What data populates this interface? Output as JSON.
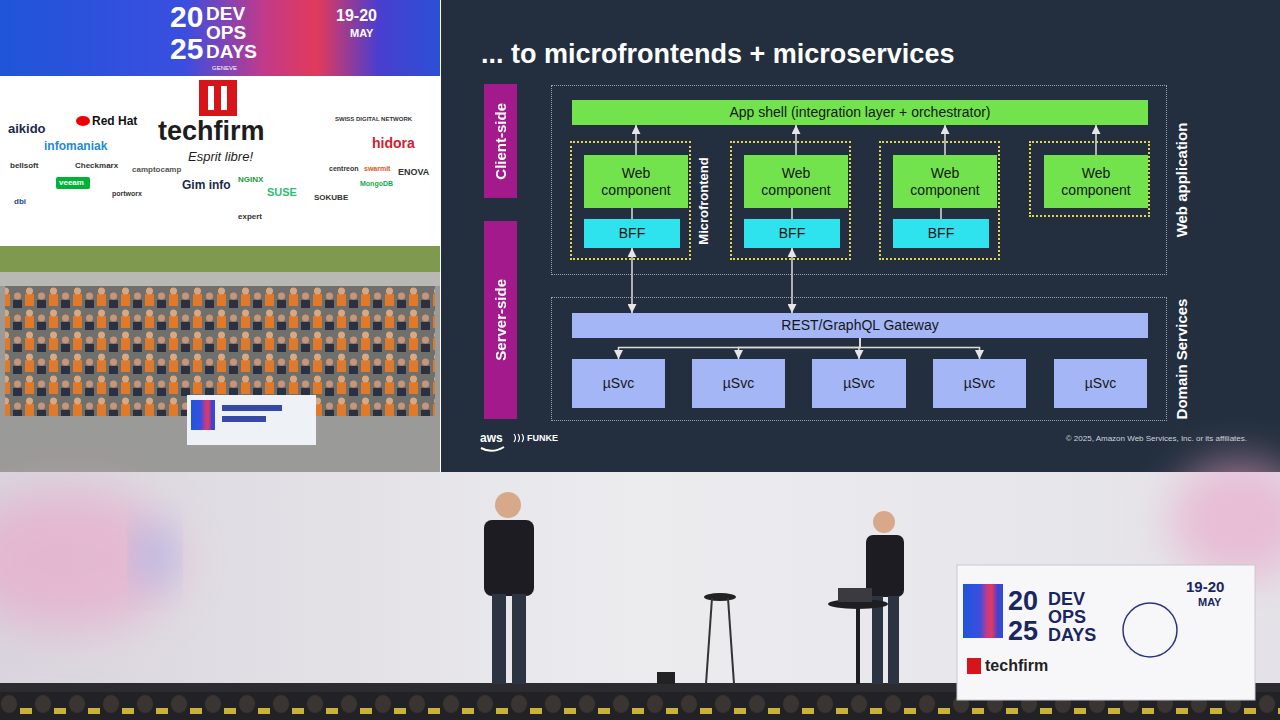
{
  "diagram": {
    "title": "... to microfrontends + microservices",
    "nodes": [
      {
        "text": [
          "Client-side"
        ]
      },
      {
        "text": [
          "Server-side"
        ]
      },
      {
        "text": [
          "Web application"
        ]
      },
      {
        "text": [
          "App shell (integration layer + orchestrator)"
        ],
        "in": 2
      },
      {
        "text": [
          "Microfrontend"
        ],
        "in": 2
      },
      {
        "text": [
          "Web component"
        ],
        "in": 4
      },
      {
        "text": [
          "BFF"
        ],
        "in": 4
      },
      {
        "text": [],
        "in": 2
      },
      {
        "text": [
          "Web component"
        ],
        "in": 7
      },
      {
        "text": [
          "BFF"
        ],
        "in": 7
      },
      {
        "text": [],
        "in": 2
      },
      {
        "text": [
          "Web component"
        ],
        "in": 10
      },
      {
        "text": [
          "BFF"
        ],
        "in": 10
      },
      {
        "text": [],
        "in": 2
      },
      {
        "text": [
          "Web component"
        ],
        "in": 13
      },
      {
        "text": [
          "Domain Services"
        ]
      },
      {
        "text": [
          "REST/GraphQL Gateway"
        ],
        "in": 15
      },
      {
        "text": [
          "µSvc"
        ],
        "in": 15
      },
      {
        "text": [
          "µSvc"
        ],
        "in": 15
      },
      {
        "text": [
          "µSvc"
        ],
        "in": 15
      },
      {
        "text": [
          "µSvc"
        ],
        "in": 15
      },
      {
        "text": [
          "µSvc"
        ],
        "in": 15
      }
    ],
    "edges": [
      {
        "from": 5,
        "to": 3,
        "arrow": "to"
      },
      {
        "from": 8,
        "to": 3,
        "arrow": "to"
      },
      {
        "from": 11,
        "to": 3,
        "arrow": "to"
      },
      {
        "from": 14,
        "to": 3,
        "arrow": "to"
      },
      {
        "from": 5,
        "to": 6,
        "arrow": "none"
      },
      {
        "from": 8,
        "to": 9,
        "arrow": "none"
      },
      {
        "from": 11,
        "to": 12,
        "arrow": "none"
      },
      {
        "from": 6,
        "to": 16,
        "arrow": "both"
      },
      {
        "from": 9,
        "to": 16,
        "arrow": "both"
      },
      {
        "from": 16,
        "to": 17,
        "arrow": "to"
      },
      {
        "from": 16,
        "to": 18,
        "arrow": "to"
      },
      {
        "from": 16,
        "to": 19,
        "arrow": "to"
      },
      {
        "from": 16,
        "to": 20,
        "arrow": "to"
      }
    ],
    "labels": [
      "20",
      "25",
      "DEV",
      "OPS",
      "DAYS",
      "GENEVE",
      "19-20",
      "MAY",
      "techfirm",
      "Esprit libre!",
      "aikido",
      "Red Hat",
      "infomaniak",
      "bellsoft",
      "Checkmarx",
      "camptocamp",
      "Gim info",
      "NGINX",
      "SUSE",
      "SOKUBE",
      "centreon",
      "swarmit",
      "MongoDB",
      "ENOVA",
      "hidora",
      "SWISS DIGITAL NETWORK",
      "veeam",
      "portworx",
      "dbi",
      "expert",
      "aws",
      "FUNKE",
      "© 2025, Amazon Web Services, Inc. or its affiliates.",
      "20",
      "25",
      "DEV",
      "OPS",
      "DAYS",
      "19-20",
      "MAY",
      "techfirm"
    ]
  }
}
